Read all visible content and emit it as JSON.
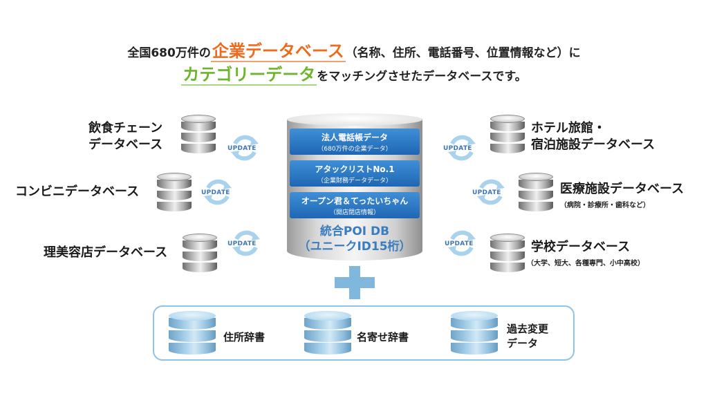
{
  "header": {
    "line1_prefix": "全国680万件の",
    "line1_highlight": "企業データベース",
    "line1_suffix": "（名称、住所、電話番号、位置情報など）に",
    "line2_highlight": "カテゴリーデータ",
    "line2_suffix": "をマッチングさせたデータベースです。",
    "colors": {
      "highlight_orange": "#ee6a1f",
      "highlight_green": "#6bb62a",
      "accent_blue": "#1f66b4"
    }
  },
  "update_label": "UPDATE",
  "left_dbs": [
    {
      "line1": "飲食チェーン",
      "line2": "データベース"
    },
    {
      "line1": "コンビニデータベース"
    },
    {
      "line1": "理美容店データベース"
    }
  ],
  "right_dbs": [
    {
      "line1": "ホテル旅館・",
      "line2": "宿泊施設データベース"
    },
    {
      "line1": "医療施設データベース",
      "sub": "（病院・診療所・歯科など）"
    },
    {
      "line1": "学校データベース",
      "sub": "（大学、短大、各種専門、小中高校）"
    }
  ],
  "center_db": {
    "bands": [
      {
        "title": "法人電話帳データ",
        "sub": "（680万件の企業データ）"
      },
      {
        "title": "アタックリストNo.1",
        "sub": "（企業財務データデータ）"
      },
      {
        "title": "オープン君＆てったいちゃん",
        "sub": "（開店閉店情報）"
      }
    ],
    "title_line1": "統合POI DB",
    "title_line2": "（ユニークID15桁）"
  },
  "bottom_dbs": [
    {
      "line1": "住所辞書"
    },
    {
      "line1": "名寄せ辞書"
    },
    {
      "line1": "過去変更",
      "line2": "データ"
    }
  ]
}
